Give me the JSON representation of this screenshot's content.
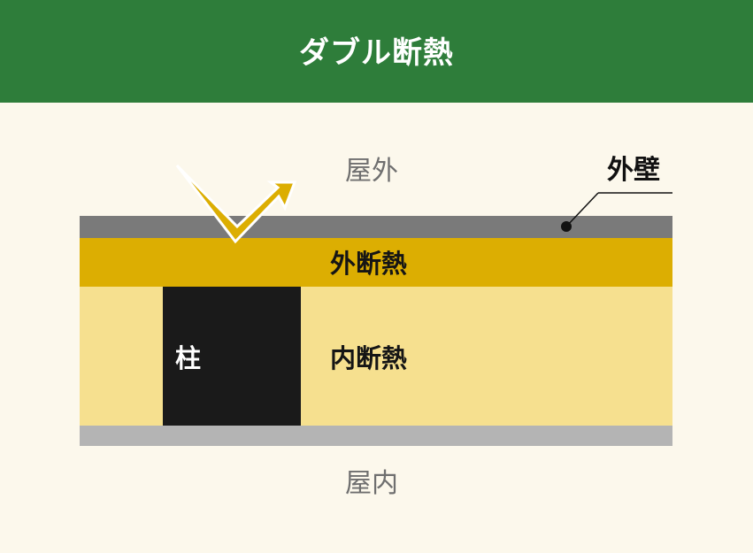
{
  "header": {
    "title": "ダブル断熱"
  },
  "diagram": {
    "outdoor_label": "屋外",
    "indoor_label": "屋内",
    "outer_wall_label": "外壁",
    "outer_insulation_label": "外断熱",
    "inner_insulation_label": "内断熱",
    "pillar_label": "柱"
  },
  "colors": {
    "header_bg": "#2e7d3a",
    "background": "#fcf8ec",
    "outer_wall": "#7a7a7a",
    "outer_insulation": "#dcae02",
    "inner_insulation": "#f6e08f",
    "inner_wall": "#b4b4b4",
    "pillar": "#1a1a1a",
    "arrow": "#dcae02"
  }
}
